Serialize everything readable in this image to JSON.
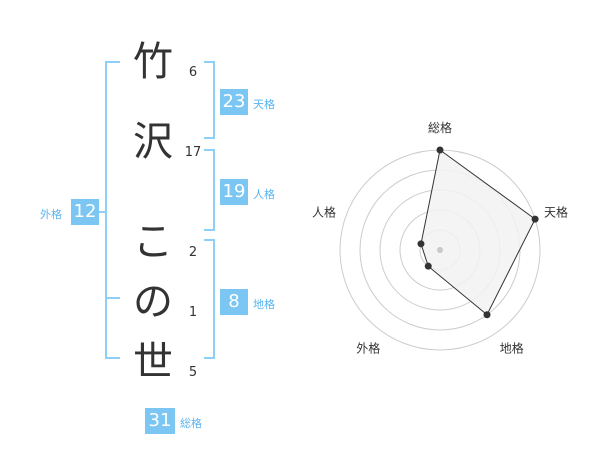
{
  "name_chars": [
    "竹",
    "沢",
    "こ",
    "の",
    "世"
  ],
  "strokes": [
    "6",
    "17",
    "2",
    "1",
    "5"
  ],
  "kaku": {
    "ten": {
      "value": "23",
      "label": "天格"
    },
    "jin": {
      "value": "19",
      "label": "人格"
    },
    "chi": {
      "value": "8",
      "label": "地格"
    },
    "gai": {
      "value": "12",
      "label": "外格"
    },
    "so": {
      "value": "31",
      "label": "総格"
    }
  },
  "colors": {
    "accent": "#7cc6f4",
    "bracket": "#8dcff6",
    "fill": "#f2f2f2"
  },
  "chart_data": {
    "type": "radar",
    "axes": [
      "総格",
      "天格",
      "地格",
      "外格",
      "人格"
    ],
    "values": [
      5,
      5,
      4,
      1,
      1
    ],
    "max": 5
  }
}
